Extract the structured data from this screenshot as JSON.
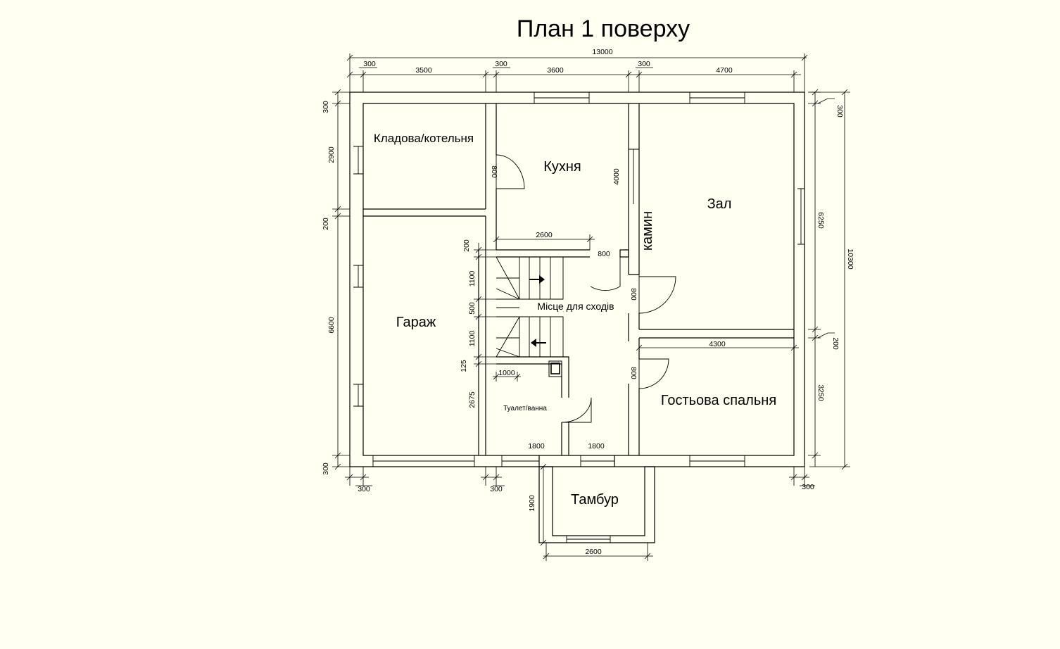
{
  "title": "План  1 поверху",
  "rooms": {
    "storage": "Кладова/котельня",
    "kitchen": "Кухня",
    "hall": "Зал",
    "fireplace": "камин",
    "garage": "Гараж",
    "stairs_area": "Місце  для сходів",
    "bathroom": "Туалет/ванна",
    "guest_bedroom": "Гостьова  спальня",
    "vestibule": "Тамбур"
  },
  "dimensions": {
    "overall_width": "13000",
    "top_wall_1": "300",
    "top_span_1": "3500",
    "top_wall_2": "300",
    "top_span_2": "3600",
    "top_wall_3": "300",
    "top_span_3": "4700",
    "left_top_wall": "300",
    "left_storage": "2900",
    "left_partition": "200",
    "left_garage": "6600",
    "left_bottom_wall": "300",
    "bottom_wall_left": "300",
    "bottom_wall_mid": "300",
    "bottom_wall_right": "300",
    "right_top_wall": "300",
    "right_hall": "6250",
    "right_partition": "200",
    "right_bedroom": "3250",
    "overall_height": "10300",
    "door_storage": "800",
    "kitchen_wall": "4000",
    "stair_top_width": "2600",
    "stair_partition": "200",
    "stair_door": "800",
    "flight_1": "1100",
    "landing": "500",
    "flight_2": "1100",
    "stair_bottom_wall": "125",
    "stair_bottom_width": "1000",
    "bathroom_height": "2675",
    "door_hall": "800",
    "bedroom_width": "4300",
    "door_bedroom": "800",
    "entry_left": "1800",
    "entry_right": "1800",
    "vestibule_height": "1900",
    "vestibule_width": "2600"
  }
}
